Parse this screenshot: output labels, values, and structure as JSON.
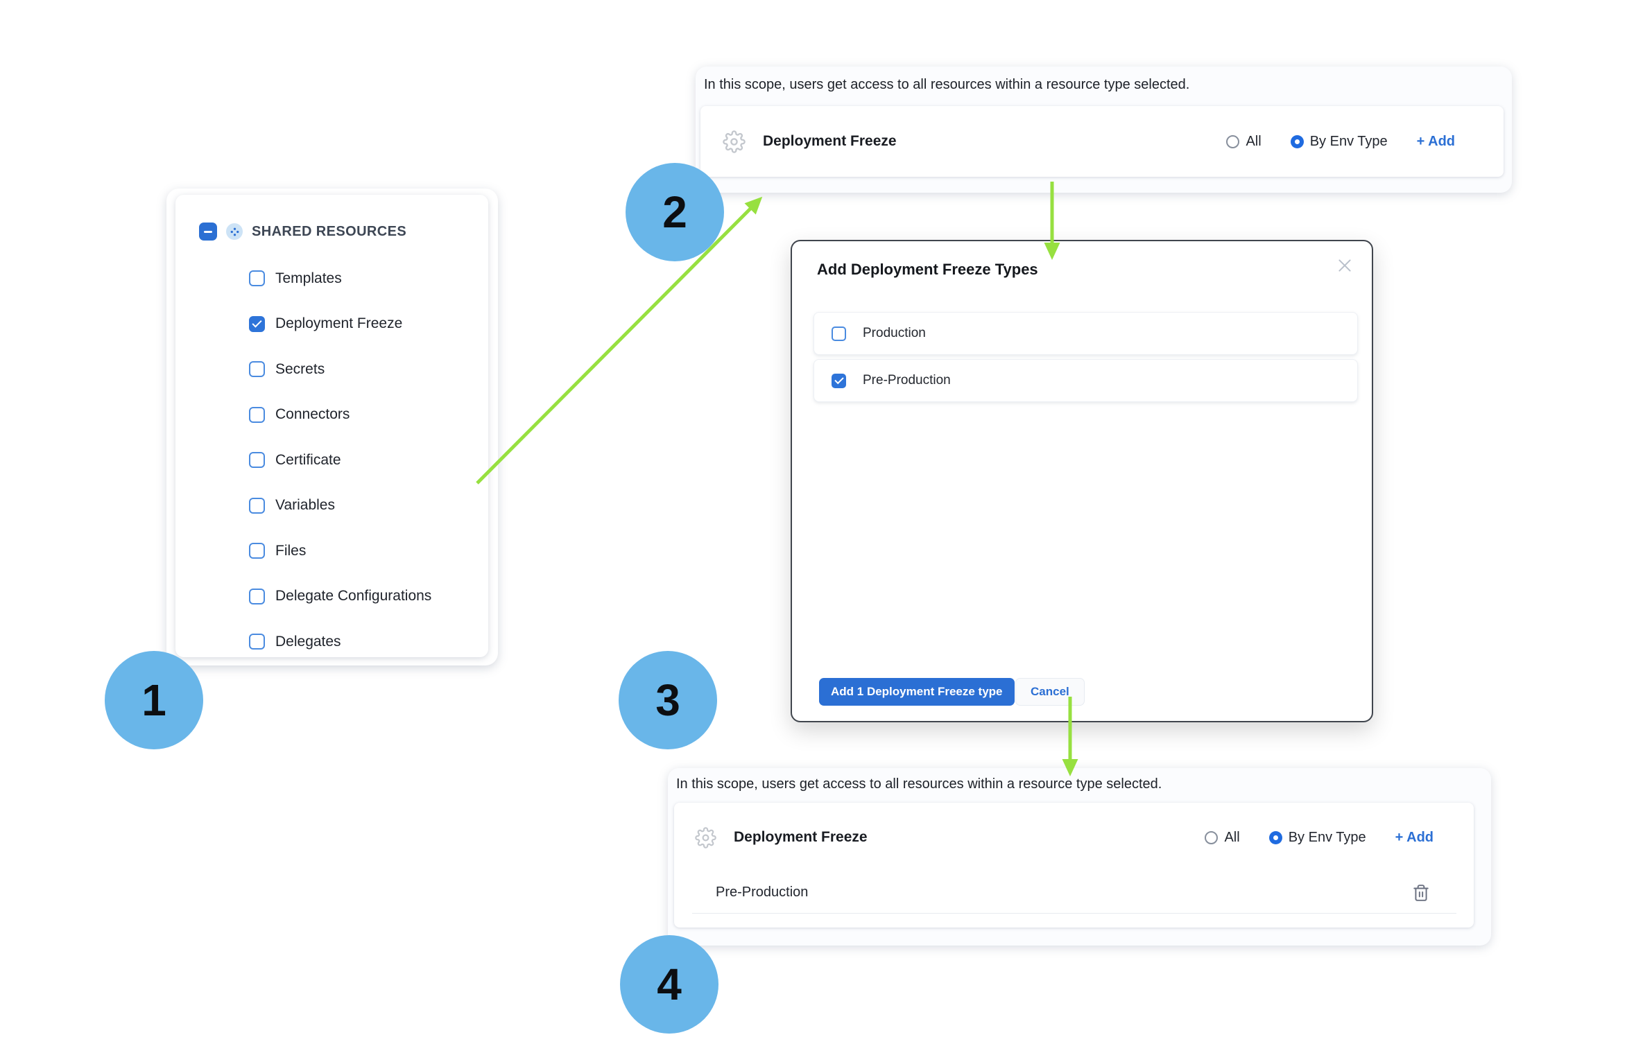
{
  "steps": {
    "s1": "1",
    "s2": "2",
    "s3": "3",
    "s4": "4"
  },
  "sidebar": {
    "group_label": "SHARED RESOURCES",
    "items": [
      {
        "label": "Templates",
        "checked": false
      },
      {
        "label": "Deployment Freeze",
        "checked": true
      },
      {
        "label": "Secrets",
        "checked": false
      },
      {
        "label": "Connectors",
        "checked": false
      },
      {
        "label": "Certificate",
        "checked": false
      },
      {
        "label": "Variables",
        "checked": false
      },
      {
        "label": "Files",
        "checked": false
      },
      {
        "label": "Delegate Configurations",
        "checked": false
      },
      {
        "label": "Delegates",
        "checked": false
      }
    ]
  },
  "scope_panel_initial": {
    "description": "In this scope, users get access to all resources within a resource type selected.",
    "row_title": "Deployment Freeze",
    "option_all": {
      "label": "All",
      "selected": false
    },
    "option_by_env": {
      "label": "By Env Type",
      "selected": true
    },
    "add_label": "+ Add"
  },
  "modal": {
    "title": "Add Deployment Freeze Types",
    "options": [
      {
        "label": "Production",
        "checked": false
      },
      {
        "label": "Pre-Production",
        "checked": true
      }
    ],
    "confirm_label": "Add 1 Deployment Freeze type",
    "cancel_label": "Cancel"
  },
  "scope_panel_result": {
    "description": "In this scope, users get access to all resources within a resource type selected.",
    "row_title": "Deployment Freeze",
    "option_all": {
      "label": "All",
      "selected": false
    },
    "option_by_env": {
      "label": "By Env Type",
      "selected": true
    },
    "add_label": "+ Add",
    "selected_types": [
      {
        "label": "Pre-Production"
      }
    ]
  },
  "icons": {
    "collapse": "minus",
    "group": "resources-dots",
    "settings": "gear",
    "delete": "trash",
    "close": "x",
    "connector": "green-arrow"
  },
  "colors": {
    "accent_blue": "#2b6fd4",
    "checkbox_blue": "#2e74d9",
    "radio_blue": "#1f6be0",
    "step_circle_blue": "#69b6e9",
    "arrow_green": "#97e040",
    "modal_border": "#40454d",
    "panel_bg": "#fbfcfe"
  }
}
